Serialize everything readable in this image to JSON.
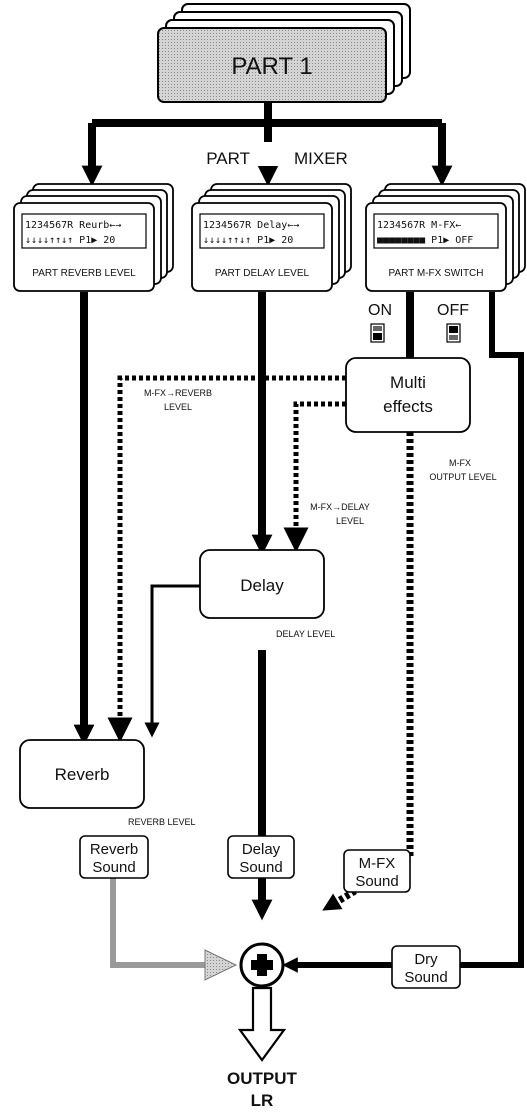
{
  "part": {
    "title": "PART 1"
  },
  "mixer_label": {
    "left": "PART",
    "right": "MIXER"
  },
  "displays": [
    {
      "row1": "1234567R Reurb←→",
      "row2": "↓↓↓↓↑↑↓↑ P1▶  20",
      "caption": "PART REVERB LEVEL"
    },
    {
      "row1": "1234567R Delay←→",
      "row2": "↓↓↓↓↑↑↓↑ P1▶  20",
      "caption": "PART DELAY LEVEL"
    },
    {
      "row1": "1234567R  M-FX←",
      "row2": "■■■■■■■■ P1▶ OFF",
      "caption": "PART M-FX SWITCH"
    }
  ],
  "switch": {
    "on": "ON",
    "off": "OFF"
  },
  "effects": {
    "multi_line1": "Multi",
    "multi_line2": "effects",
    "delay": "Delay",
    "reverb": "Reverb"
  },
  "levels": {
    "mfx_reverb_1": "M-FX→REVERB",
    "mfx_reverb_2": "LEVEL",
    "mfx_delay_1": "M-FX→DELAY",
    "mfx_delay_2": "LEVEL",
    "mfx_output_1": "M-FX",
    "mfx_output_2": "OUTPUT LEVEL",
    "delay_level": "DELAY LEVEL",
    "reverb_level": "REVERB LEVEL"
  },
  "sounds": {
    "reverb": [
      "Reverb",
      "Sound"
    ],
    "delay": [
      "Delay",
      "Sound"
    ],
    "mfx": [
      "M-FX",
      "Sound"
    ],
    "dry": [
      "Dry",
      "Sound"
    ]
  },
  "output": {
    "line1": "OUTPUT",
    "line2": "LR"
  }
}
